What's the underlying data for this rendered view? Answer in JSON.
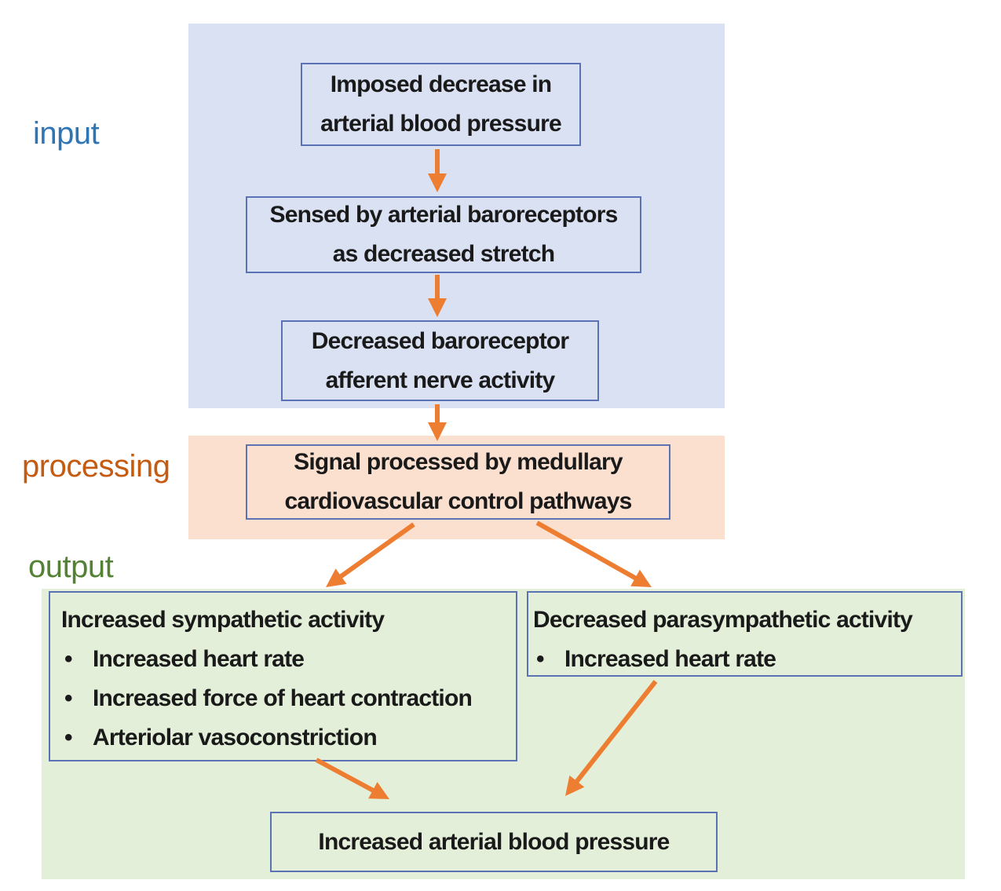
{
  "stages": {
    "input": "input",
    "processing": "processing",
    "output": "output"
  },
  "boxes": {
    "step1": [
      "Imposed decrease in",
      "arterial blood pressure"
    ],
    "step2": [
      "Sensed by arterial baroreceptors",
      "as decreased stretch"
    ],
    "step3": [
      "Decreased baroreceptor",
      "afferent nerve activity"
    ],
    "step4": [
      "Signal processed by medullary",
      "cardiovascular control pathways"
    ],
    "sympathetic": {
      "title": "Increased sympathetic activity",
      "bullets": [
        "Increased heart rate",
        "Increased force of heart contraction",
        "Arteriolar vasoconstriction"
      ]
    },
    "parasympathetic": {
      "title": "Decreased parasympathetic activity",
      "bullets": [
        "Increased heart rate"
      ]
    },
    "final": "Increased arterial blood pressure"
  },
  "colors": {
    "input_bg": "#d9e1f2",
    "processing_bg": "#fbe0d0",
    "output_bg": "#e3efd9",
    "input_label": "#2e75b6",
    "processing_label": "#c55a11",
    "output_label": "#548235",
    "arrow": "#ed7d31",
    "box_border": "#5b73b4"
  },
  "bullet_glyph": "•"
}
